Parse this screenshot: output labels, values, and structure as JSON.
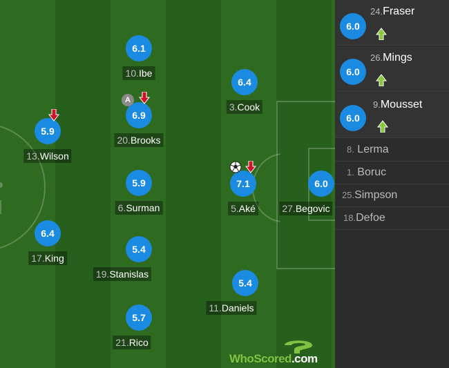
{
  "players": [
    {
      "num": "10.",
      "name": "Ibe",
      "rating": "6.1"
    },
    {
      "num": "20.",
      "name": "Brooks",
      "rating": "6.9",
      "icons": [
        "assist-icon",
        "sub-off-arrow-icon"
      ]
    },
    {
      "num": "3.",
      "name": "Cook",
      "rating": "6.4"
    },
    {
      "num": "13.",
      "name": "Wilson",
      "rating": "5.9",
      "icons": [
        "sub-off-arrow-icon"
      ]
    },
    {
      "num": "6.",
      "name": "Surman",
      "rating": "5.9"
    },
    {
      "num": "5.",
      "name": "Aké",
      "rating": "7.1",
      "icons": [
        "goal-ball-icon",
        "sub-off-arrow-icon"
      ]
    },
    {
      "num": "27.",
      "name": "Begovic",
      "rating": "6.0"
    },
    {
      "num": "17.",
      "name": "King",
      "rating": "6.4"
    },
    {
      "num": "19.",
      "name": "Stanislas",
      "rating": "5.4"
    },
    {
      "num": "11.",
      "name": "Daniels",
      "rating": "5.4"
    },
    {
      "num": "21.",
      "name": "Rico",
      "rating": "5.7"
    }
  ],
  "substitutes_used": [
    {
      "num": "24.",
      "name": "Fraser",
      "rating": "6.0",
      "icon": "sub-on-arrow-icon"
    },
    {
      "num": "26.",
      "name": "Mings",
      "rating": "6.0",
      "icon": "sub-on-arrow-icon"
    },
    {
      "num": "9.",
      "name": "Mousset",
      "rating": "6.0",
      "icon": "sub-on-arrow-icon"
    }
  ],
  "substitutes_unused": [
    {
      "num": "8.",
      "name": "Lerma"
    },
    {
      "num": "1.",
      "name": "Boruc"
    },
    {
      "num": "25.",
      "name": "Simpson"
    },
    {
      "num": "18.",
      "name": "Defoe"
    }
  ],
  "badges": {
    "assist": "A"
  },
  "logo": {
    "brand": "WhoScored",
    "domain": ".com"
  },
  "colors": {
    "rating_bg": "#1a8be0",
    "sub_off_arrow": "#d0112b",
    "sub_on_arrow": "#8cc63f",
    "logo_green": "#7fc241"
  }
}
